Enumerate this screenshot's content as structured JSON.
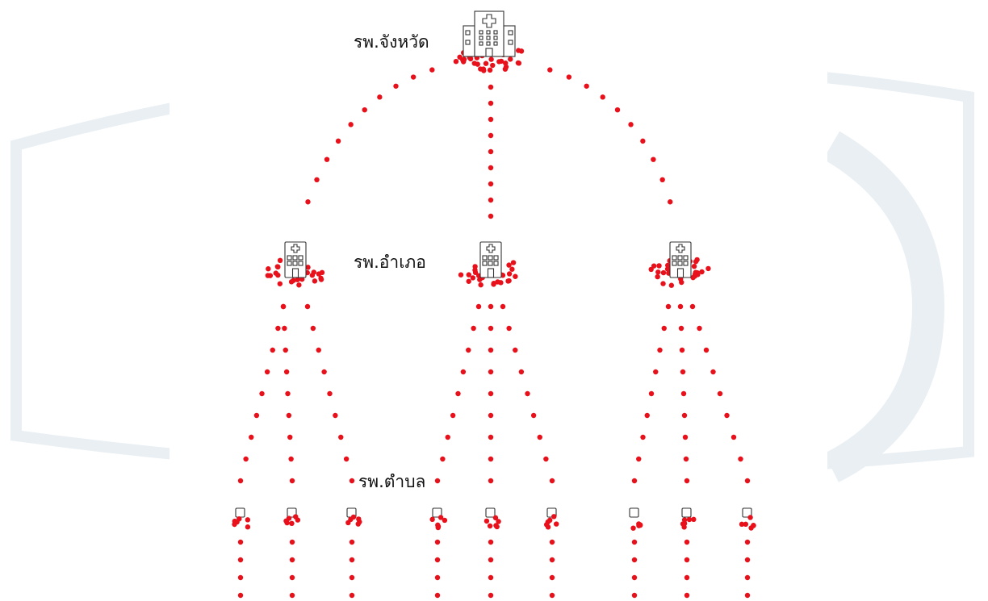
{
  "labels": {
    "province": "รพ.จังหวัด",
    "district": "รพ.อำเภอ",
    "subdistrict": "รพ.ตำบล"
  },
  "hierarchy": {
    "province_hospital": {
      "district_hospitals": 3
    },
    "district_hospital": {
      "subdistrict_hospitals": 3
    }
  },
  "colors": {
    "dot": "#e8101a",
    "icon_stroke": "#333333",
    "watermark": "#e9eff3"
  },
  "icons": {
    "province": "large-hospital-building-icon",
    "district": "hospital-building-icon",
    "subdistrict": "small-clinic-icon"
  }
}
